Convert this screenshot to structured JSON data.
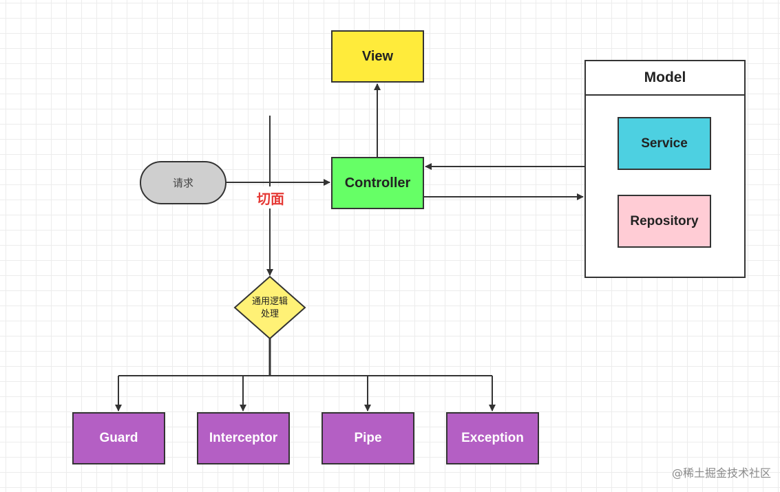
{
  "diagram": {
    "request_label": "请求",
    "aspect_label": "切面",
    "view_label": "View",
    "controller_label": "Controller",
    "model": {
      "title": "Model",
      "service_label": "Service",
      "repository_label": "Repository"
    },
    "common_logic_label": {
      "line1": "通用逻辑",
      "line2": "处理"
    },
    "handlers": [
      {
        "label": "Guard"
      },
      {
        "label": "Interceptor"
      },
      {
        "label": "Pipe"
      },
      {
        "label": "Exception"
      }
    ]
  },
  "watermark": "@稀土掘金技术社区",
  "colors": {
    "view": "#ffeb3b",
    "controller": "#66ff66",
    "request": "#cfcfcf",
    "service": "#4dd0e1",
    "repository": "#ffccd5",
    "handler": "#b45fc4",
    "decision": "#fff176",
    "aspect_text": "#e53935",
    "stroke": "#333333"
  }
}
